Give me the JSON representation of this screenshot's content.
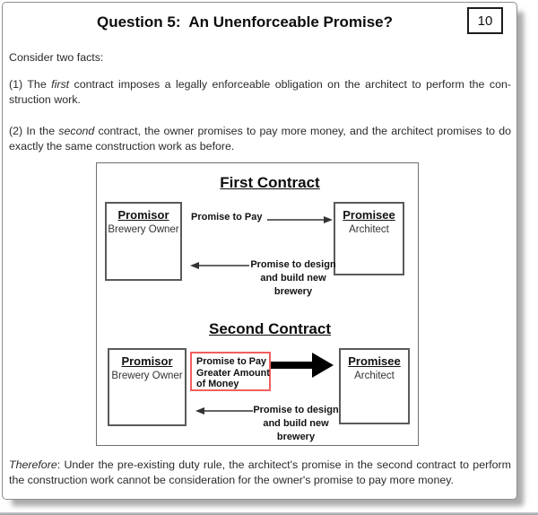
{
  "page": {
    "title": "Question 5:  An Unenforceable Promise?",
    "page_number": "10"
  },
  "intro": {
    "lead": "Consider two facts:",
    "fact1": {
      "pre": "(1) The ",
      "em": "first",
      "post": " contract imposes a legally enforceable obligation on the architect to perform the con­struction work."
    },
    "fact2": {
      "pre": "(2) In the ",
      "em": "second",
      "post": " contract, the owner promises to pay more money, and the architect promises to do exactly the same construction work as before."
    }
  },
  "diagram": {
    "first_contract": {
      "heading": "First Contract",
      "promisor": {
        "role": "Promisor",
        "party": "Brewery Owner"
      },
      "promisee": {
        "role": "Promisee",
        "party": "Architect"
      },
      "forward_label": "Promise to Pay",
      "return_label_lines": [
        "Promise to design",
        "and build new",
        "brewery"
      ]
    },
    "second_contract": {
      "heading": "Second Contract",
      "promisor": {
        "role": "Promisor",
        "party": "Brewery Owner"
      },
      "promisee": {
        "role": "Promisee",
        "party": "Architect"
      },
      "forward_label_lines": [
        "Promise to Pay",
        "Greater Amount",
        "of Money"
      ],
      "return_label_lines": [
        "Promise to design",
        "and build new",
        "brewery"
      ],
      "highlight_color": "#f15f5f"
    }
  },
  "conclusion": {
    "em": "Therefore",
    "post": ": Under the pre-existing duty rule, the architect's promise in the second contract to per­form the construction work cannot be consideration for the owner's promise to pay more money."
  }
}
